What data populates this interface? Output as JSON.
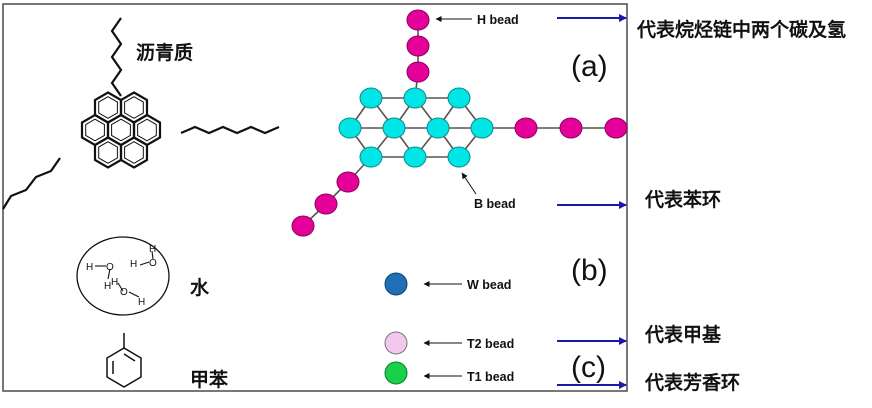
{
  "labels": {
    "asphaltene": "沥青质",
    "water": "水",
    "toluene": "甲苯"
  },
  "panels": {
    "a": "(a)",
    "b": "(b)",
    "c": "(c)"
  },
  "beads": {
    "h": "H bead",
    "b": "B bead",
    "w": "W bead",
    "t2": "T2 bead",
    "t1": "T1 bead"
  },
  "meanings": {
    "h": "代表烷烃链中两个碳及氢",
    "b": "代表苯环",
    "t2": "代表甲基",
    "t1": "代表芳香环"
  },
  "atoms": {
    "hydrogen": "H",
    "oxygen": "O"
  },
  "colors": {
    "b_bead": "#00e5e5",
    "h_bead": "#e6009a",
    "w_bead": "#1f6fb5",
    "t2_bead": "#f3c8ee",
    "t1_bead": "#19d04a",
    "arrow": "#1a1aa6"
  }
}
